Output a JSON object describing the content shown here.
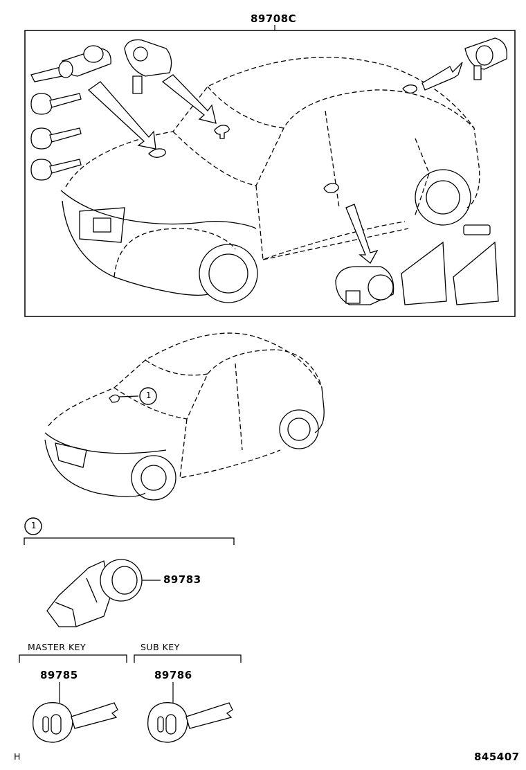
{
  "set_part_number": "89708C",
  "callout_number": "1",
  "parts": {
    "ignition_cylinder": "89783",
    "master_key": "89785",
    "sub_key": "89786"
  },
  "labels": {
    "master_key": "MASTER KEY",
    "sub_key": "SUB KEY"
  },
  "footer": {
    "left_code": "H",
    "illustration_number": "845407"
  },
  "icons": [
    "key-icon",
    "lock-cylinder-icon",
    "arrow-icon",
    "car-outline"
  ]
}
